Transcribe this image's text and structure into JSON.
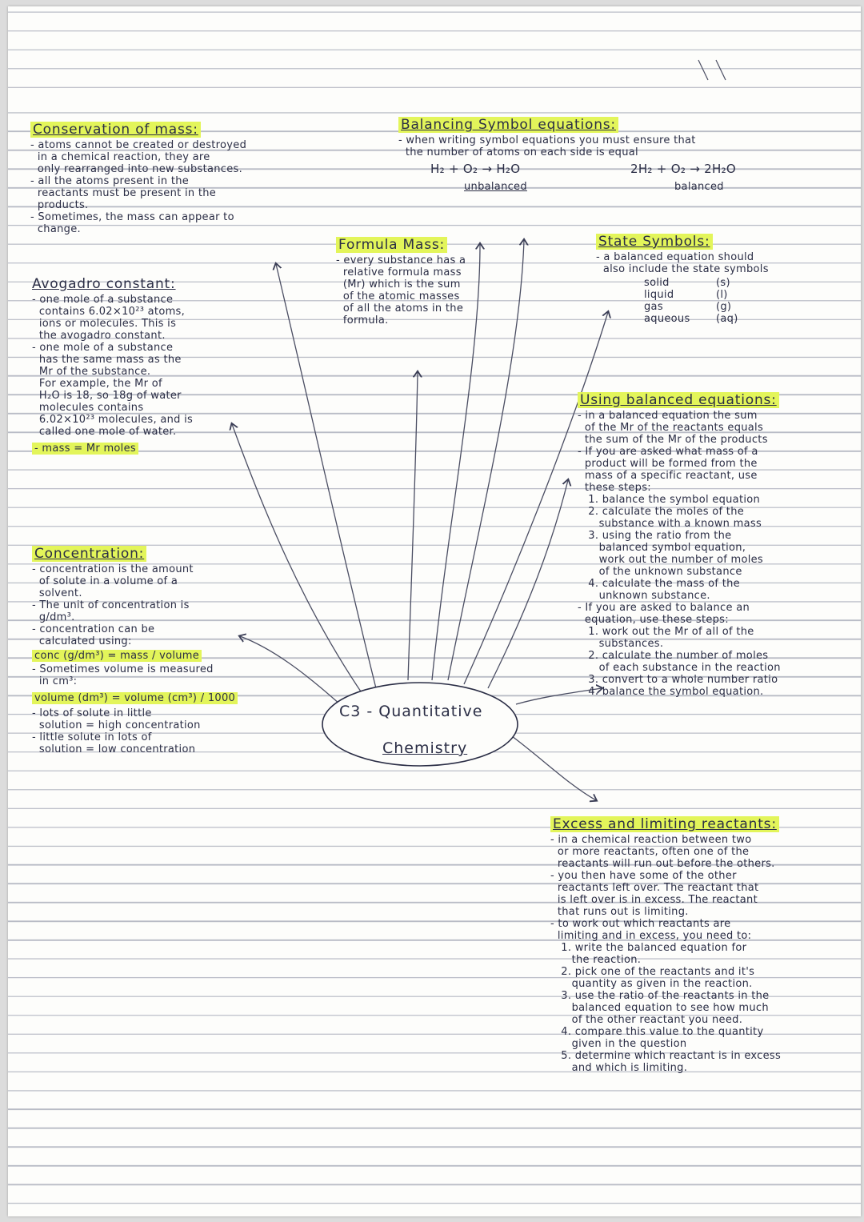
{
  "center_topic": {
    "line1": "C3 - Quantitative",
    "line2": "Chemistry"
  },
  "conservation": {
    "title": "Conservation of mass:",
    "lines": [
      "- atoms cannot be created or destroyed",
      "  in a chemical reaction, they are",
      "  only rearranged into new substances.",
      "- all the atoms present in the",
      "  reactants must be present in the",
      "  products.",
      "- Sometimes, the mass can appear to",
      "  change."
    ]
  },
  "avogadro": {
    "title": "Avogadro constant:",
    "lines": [
      "- one mole of a substance",
      "  contains 6.02×10²³ atoms,",
      "  ions or molecules. This is",
      "  the avogadro constant.",
      "- one mole of a substance",
      "  has the same mass as the",
      "  Mr of the substance.",
      "  For example, the Mr of",
      "  H₂O is 18, so 18g of water",
      "  molecules contains",
      "  6.02×10²³ molecules, and is",
      "  called one mole of water."
    ],
    "formula": "- mass = Mr moles"
  },
  "concentration": {
    "title": "Concentration:",
    "lines": [
      "- concentration is the amount",
      "  of solute in a volume of a",
      "  solvent.",
      "- The unit of concentration is",
      "  g/dm³.",
      "- concentration can be",
      "  calculated using:"
    ],
    "formula1": "conc (g/dm³) = mass / volume",
    "lines2": [
      "- Sometimes volume is measured",
      "  in cm³:"
    ],
    "formula2": "volume (dm³) = volume (cm³) / 1000",
    "lines3": [
      "- lots of solute in little",
      "  solution = high concentration",
      "- little solute in lots of",
      "  solution = low concentration"
    ]
  },
  "balancing": {
    "title": "Balancing Symbol equations:",
    "lines": [
      "- when writing symbol equations you must ensure that",
      "  the number of atoms on each side is equal"
    ],
    "unbalanced_eq": "H₂ + O₂ → H₂O",
    "unbalanced_label": "unbalanced",
    "balanced_eq": "2H₂ + O₂ → 2H₂O",
    "balanced_label": "balanced"
  },
  "formula_mass": {
    "title": "Formula Mass:",
    "lines": [
      "- every substance has a",
      "  relative formula mass",
      "  (Mr) which is the sum",
      "  of the atomic masses",
      "  of all the atoms in the",
      "  formula."
    ]
  },
  "state_symbols": {
    "title": "State Symbols:",
    "lines": [
      "- a balanced equation should",
      "  also include the state symbols"
    ],
    "states": [
      {
        "name": "solid",
        "symbol": "(s)"
      },
      {
        "name": "liquid",
        "symbol": "(l)"
      },
      {
        "name": "gas",
        "symbol": "(g)"
      },
      {
        "name": "aqueous",
        "symbol": "(aq)"
      }
    ]
  },
  "using_balanced": {
    "title": "Using balanced equations:",
    "lines": [
      "- in a balanced equation the sum",
      "  of the Mr of the reactants equals",
      "  the sum of the Mr of the products",
      "- If you are asked what mass of a",
      "  product will be formed from the",
      "  mass of a specific reactant, use",
      "  these steps:",
      "   1. balance the symbol equation",
      "   2. calculate the moles of the",
      "      substance with a known mass",
      "   3. using the ratio from the",
      "      balanced symbol equation,",
      "      work out the number of moles",
      "      of the unknown substance",
      "   4. calculate the mass of the",
      "      unknown substance.",
      "- If you are asked to balance an",
      "  equation, use these steps:",
      "   1. work out the Mr of all of the",
      "      substances.",
      "   2. calculate the number of moles",
      "      of each substance in the reaction",
      "   3. convert to a whole number ratio",
      "   4. balance the symbol equation."
    ]
  },
  "excess": {
    "title": "Excess and limiting reactants:",
    "lines": [
      "- in a chemical reaction between two",
      "  or more reactants, often one of the",
      "  reactants will run out before the others.",
      "- you then have some of the other",
      "  reactants left over. The reactant that",
      "  is left over is in excess. The reactant",
      "  that runs out is limiting.",
      "- to work out which reactants are",
      "  limiting and in excess, you need to:",
      "   1. write the balanced equation for",
      "      the reaction.",
      "   2. pick one of the reactants and it's",
      "      quantity as given in the reaction.",
      "   3. use the ratio of the reactants in the",
      "      balanced equation to see how much",
      "      of the other reactant you need.",
      "   4. compare this value to the quantity",
      "      given in the question",
      "   5. determine which reactant is in excess",
      "      and which is limiting."
    ]
  },
  "colors": {
    "highlight": "#e3f55a",
    "ink": "#2a2d45",
    "ruling": "#b9bcc6"
  }
}
